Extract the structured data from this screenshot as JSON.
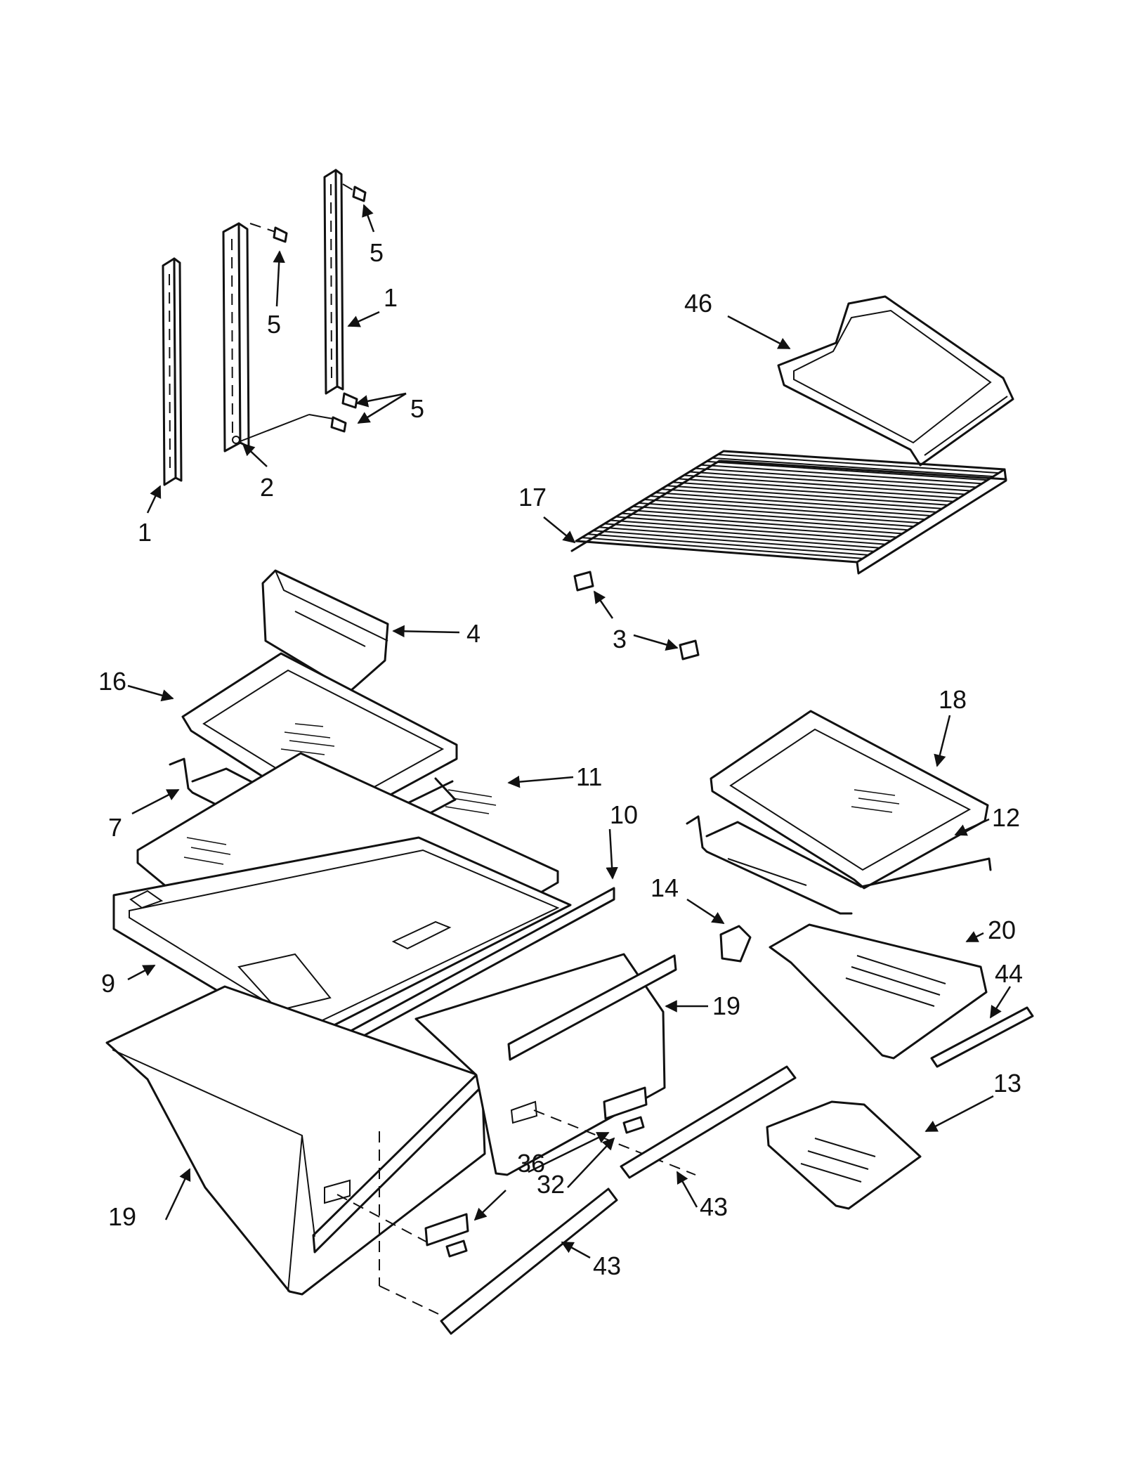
{
  "diagram": {
    "callouts": {
      "c1_left": "1",
      "c1_right": "1",
      "c2": "2",
      "c3": "3",
      "c4": "4",
      "c5_top": "5",
      "c5_mid": "5",
      "c5_low": "5",
      "c7": "7",
      "c9": "9",
      "c10": "10",
      "c11": "11",
      "c12": "12",
      "c13": "13",
      "c14": "14",
      "c16": "16",
      "c17": "17",
      "c18": "18",
      "c19_right": "19",
      "c19_left": "19",
      "c20": "20",
      "c32": "32",
      "c36": "36",
      "c43_right": "43",
      "c43_left": "43",
      "c44": "44",
      "c46": "46"
    }
  }
}
